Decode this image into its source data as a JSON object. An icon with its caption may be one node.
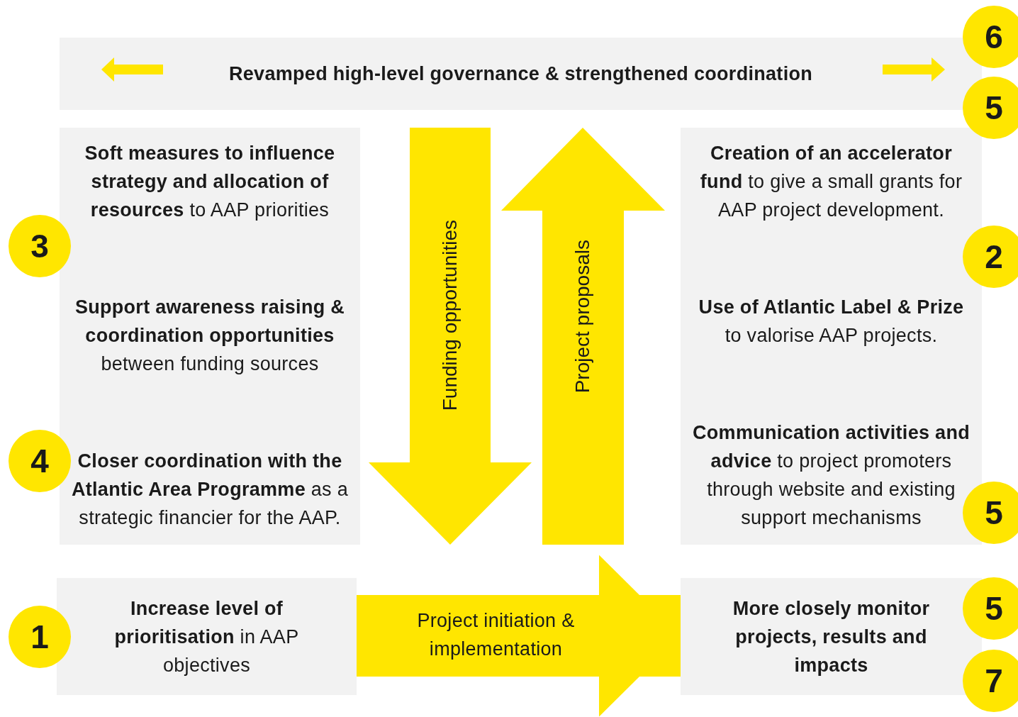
{
  "diagram": {
    "nodes": [
      {
        "text": [
          "Revamped high-level governance & strengthened coordination"
        ]
      },
      {
        "text": [
          "**Soft measures to influence strategy and allocation of resources** to AAP priorities",
          "**Support awareness raising & coordination opportunities** between funding sources",
          "**Closer coordination with the Atlantic Area Programme** as a strategic financier for the AAP."
        ]
      },
      {
        "text": [
          "**Creation of an accelerator fund** to give a small grants for AAP project development.",
          "**Use of Atlantic Label & Prize** to valorise AAP projects.",
          "**Communication activities and advice** to project promoters through website and existing support mechanisms"
        ]
      },
      {
        "text": [
          "**Increase level of prioritisation** in AAP objectives"
        ]
      },
      {
        "text": [
          "More closely monitor projects, results and impacts"
        ]
      },
      {
        "text": [
          "Funding opportunities"
        ]
      },
      {
        "text": [
          "Project proposals"
        ]
      },
      {
        "text": [
          "6"
        ]
      },
      {
        "text": [
          "5"
        ]
      },
      {
        "text": [
          "3"
        ]
      },
      {
        "text": [
          "2"
        ]
      },
      {
        "text": [
          "4"
        ]
      },
      {
        "text": [
          "5"
        ]
      },
      {
        "text": [
          "5"
        ]
      },
      {
        "text": [
          "1"
        ]
      },
      {
        "text": [
          "7"
        ]
      }
    ],
    "edges": [
      {
        "from": 3,
        "to": 4,
        "arrow": "to",
        "label": "Project initiation & implementation"
      }
    ]
  }
}
